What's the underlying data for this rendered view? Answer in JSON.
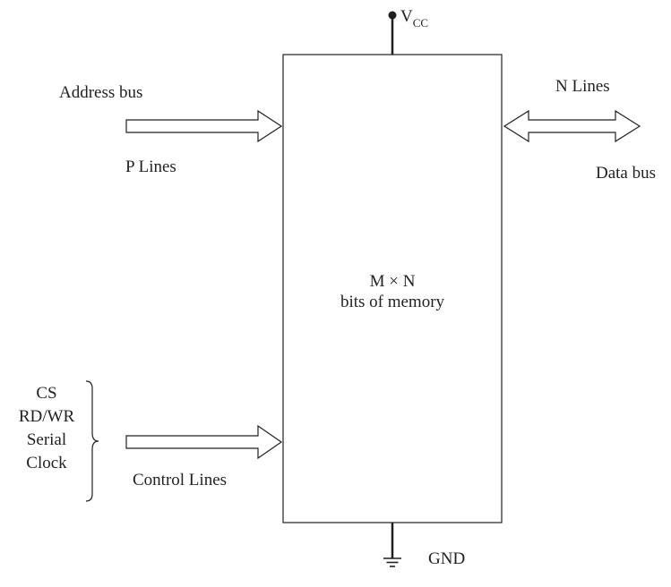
{
  "power": {
    "vcc_main": "V",
    "vcc_sub": "CC",
    "ground": "GND"
  },
  "memory_block": {
    "line1": "M × N",
    "line2": "bits of memory"
  },
  "address_bus": {
    "title": "Address bus",
    "lines": "P Lines"
  },
  "data_bus": {
    "lines": "N Lines",
    "title": "Data bus"
  },
  "control": {
    "signals": [
      "CS",
      "RD/WR",
      "Serial",
      "Clock"
    ],
    "label": "Control Lines"
  }
}
